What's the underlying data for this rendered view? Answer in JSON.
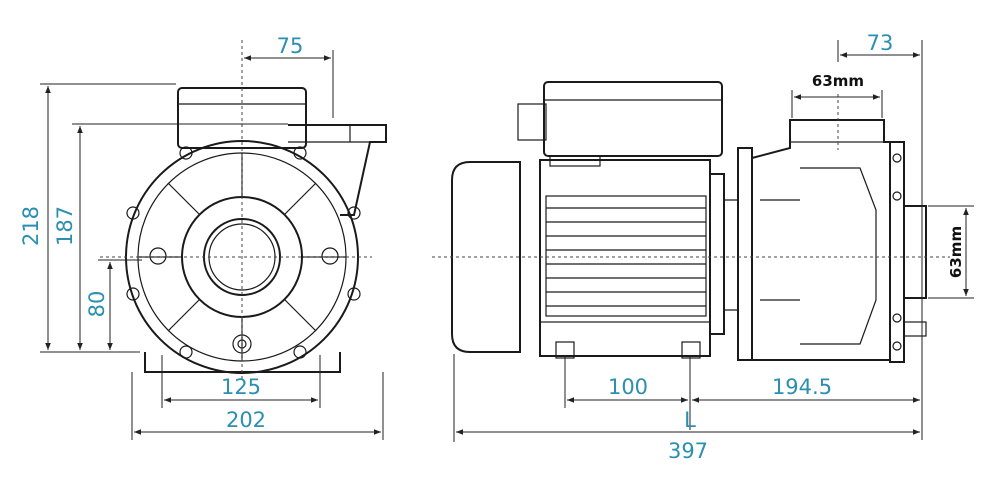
{
  "front_view": {
    "dim_218": "218",
    "dim_187": "187",
    "dim_80": "80",
    "dim_75": "75",
    "dim_125": "125",
    "dim_202": "202"
  },
  "side_view": {
    "dim_73": "73",
    "dim_63mm_top": "63mm",
    "dim_63mm_side": "63mm",
    "dim_100": "100",
    "dim_194_5": "194.5",
    "dim_L": "L",
    "dim_397": "397"
  },
  "colors": {
    "dimension_text": "#2a8fb0",
    "outline": "#1a1a1a"
  }
}
